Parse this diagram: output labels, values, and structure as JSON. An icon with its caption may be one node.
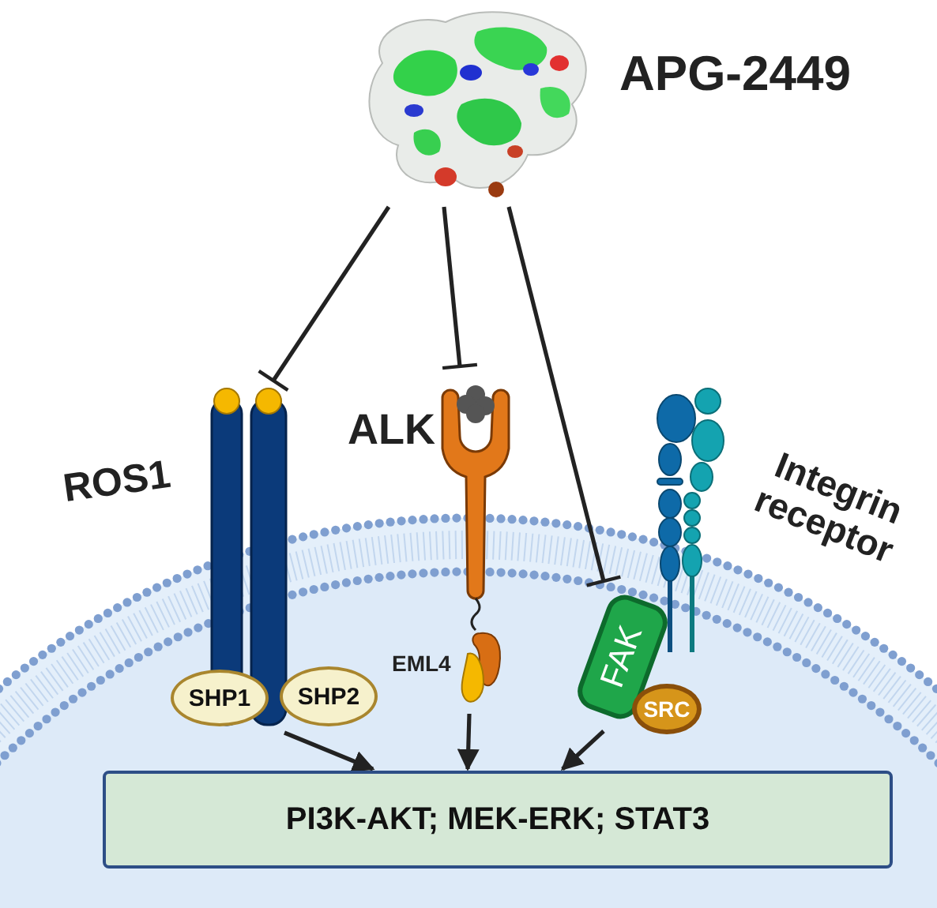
{
  "diagram": {
    "nodes": [
      {
        "text": [],
        "shape": "picture",
        "beside": [
          "APG-2449"
        ]
      },
      {
        "text": [],
        "shape": "picture",
        "beside": [
          "ROS1"
        ]
      },
      {
        "text": [
          "SHP1"
        ]
      },
      {
        "text": [
          "SHP2"
        ]
      },
      {
        "text": [],
        "shape": "picture",
        "beside": [
          "ALK"
        ]
      },
      {
        "text": [],
        "shape": "picture",
        "beside": [
          "Integrin receptor"
        ]
      },
      {
        "text": [
          "FAK"
        ]
      },
      {
        "text": [
          "SRC"
        ]
      },
      {
        "text": [
          "PI3K-AKT; MEK-ERK; STAT3"
        ]
      }
    ],
    "edges": [
      {
        "from": 0,
        "to": 1,
        "arrow": "other"
      },
      {
        "from": 0,
        "to": 4,
        "arrow": "other"
      },
      {
        "from": 0,
        "to": 6,
        "arrow": "other"
      },
      {
        "from": 1,
        "to": 8,
        "arrow": "to"
      },
      {
        "from": 4,
        "to": 8,
        "arrow": "to"
      },
      {
        "from": 6,
        "to": 8,
        "arrow": "to"
      }
    ],
    "labels": [
      "EML4"
    ]
  }
}
